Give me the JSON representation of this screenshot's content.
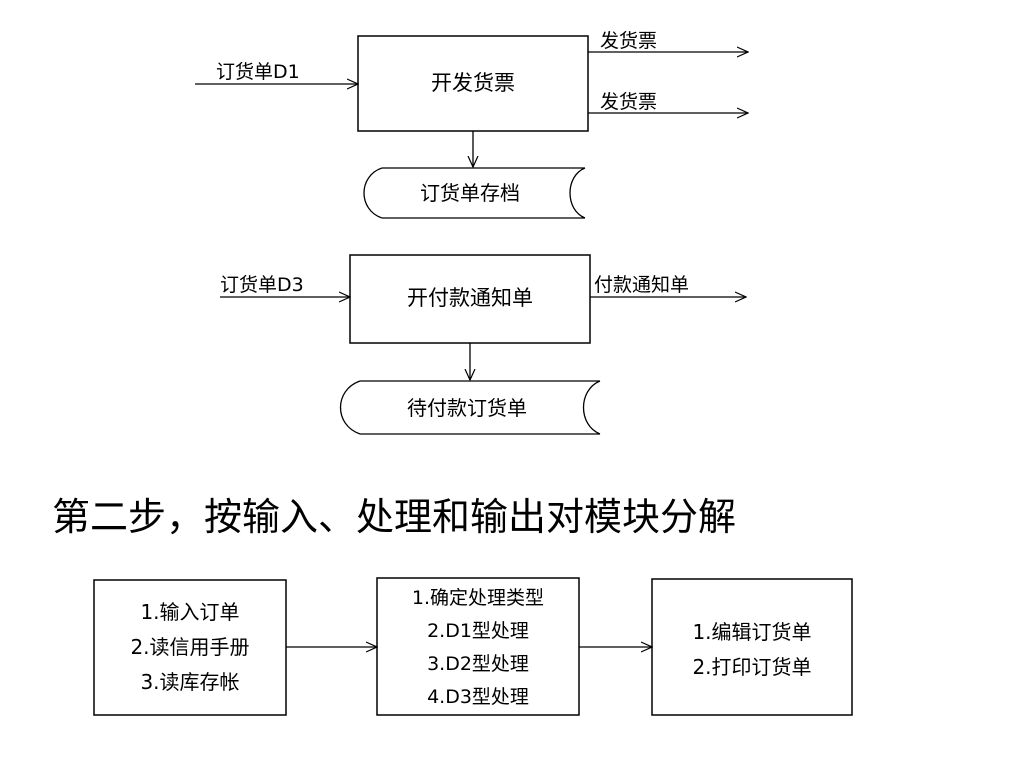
{
  "diagram1": {
    "input": "订货单D1",
    "process": "开发货票",
    "output_top": "发货票",
    "output_bottom": "发货票",
    "store": "订货单存档"
  },
  "diagram2": {
    "input": "订货单D3",
    "process": "开付款通知单",
    "output": "付款通知单",
    "store": "待付款订货单"
  },
  "heading": "第二步，按输入、处理和输出对模块分解",
  "modules": [
    {
      "lines": [
        "1.输入订单",
        "2.读信用手册",
        "3.读库存帐"
      ]
    },
    {
      "lines": [
        "1.确定处理类型",
        "2.D1型处理",
        "3.D2型处理",
        "4.D3型处理"
      ]
    },
    {
      "lines": [
        "1.编辑订货单",
        "2.打印订货单"
      ]
    }
  ]
}
